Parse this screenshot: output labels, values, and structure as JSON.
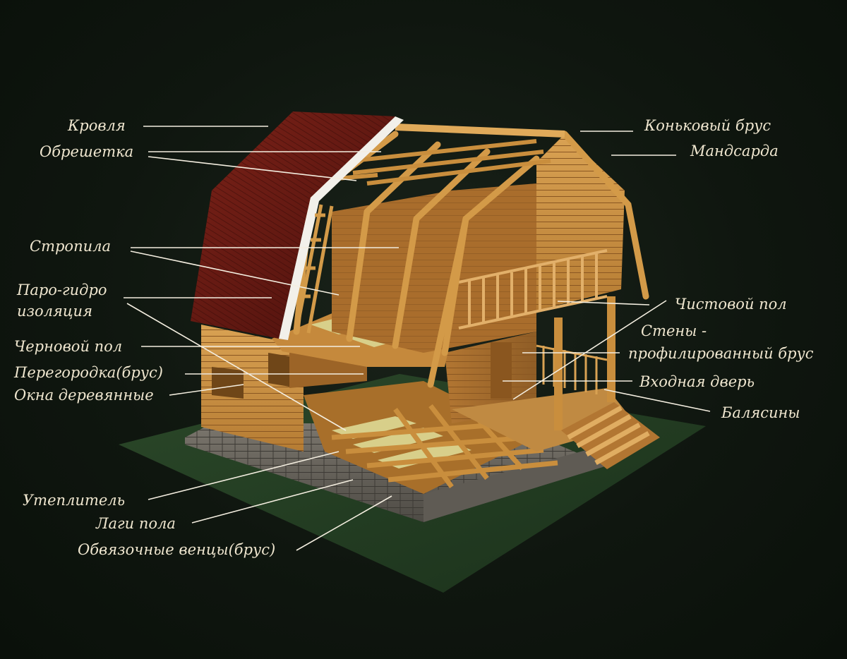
{
  "colors": {
    "background": "#0e150e",
    "label_text": "#efe6cf",
    "leader_line": "#f4eee0",
    "roof": "#6b1a14",
    "timber": "#c98e3d",
    "foundation": "#6e6a62",
    "ground": "#2c4a2a",
    "insulation": "#d8cf8a"
  },
  "labels": {
    "krovlya": "Кровля",
    "obreshetka": "Обрешетка",
    "stropila": "Стропила",
    "parogidro_1": "Паро-гидро",
    "parogidro_2": "изоляция",
    "chernovoy_pol": "Черновой пол",
    "peregorodka": "Перегородка(брус)",
    "okna": "Окна деревянные",
    "uteplitel": "Утеплитель",
    "lagi_pola": "Лаги пола",
    "obvyazochnye": "Обвязочные венцы(брус)",
    "konkovy_brus": "Коньковый брус",
    "mansarda": "Мандсарда",
    "chistovoy_pol": "Чистовой пол",
    "steny_1": "Стены -",
    "steny_2": "профилированный брус",
    "vhodnaya_dver": "Входная дверь",
    "balyasiny": "Балясины"
  }
}
